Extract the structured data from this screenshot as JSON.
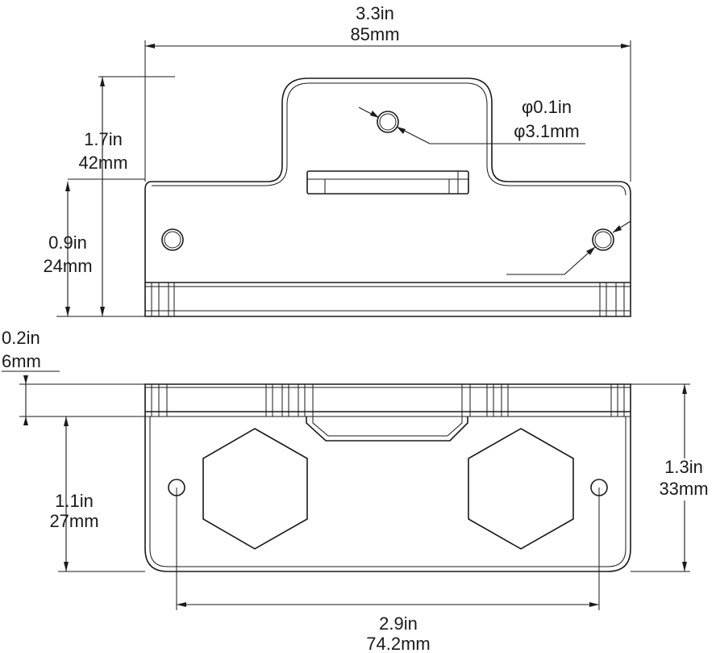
{
  "dimensions": {
    "top_width_in": "3.3in",
    "top_width_mm": "85mm",
    "hole_dia_in": "φ0.1in",
    "hole_dia_mm": "φ3.1mm",
    "total_height_in": "1.7in",
    "total_height_mm": "42mm",
    "body_height_in": "0.9in",
    "body_height_mm": "24mm",
    "rail_thickness_in": "0.2in",
    "rail_thickness_mm": "6mm",
    "front_body_height_in": "1.1in",
    "front_body_height_mm": "27mm",
    "front_total_height_in": "1.3in",
    "front_total_height_mm": "33mm",
    "hole_spacing_in": "2.9in",
    "hole_spacing_mm": "74.2mm"
  },
  "colors": {
    "line": "#1a1a1a",
    "background": "#ffffff"
  }
}
